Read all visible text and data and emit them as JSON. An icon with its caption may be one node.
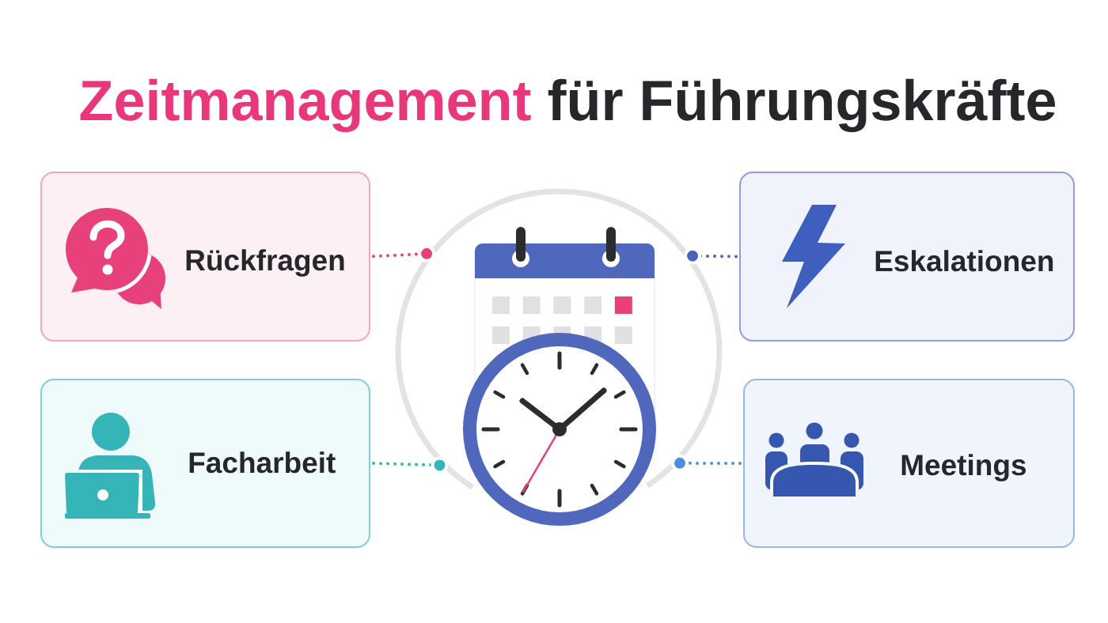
{
  "diagram": {
    "title": "Zeitmanagement für Führungskräfte",
    "nodes": [
      {
        "text": [
          "Rückfragen"
        ]
      },
      {
        "text": [],
        "shape": "picture"
      },
      {
        "text": [
          "Eskalationen"
        ]
      },
      {
        "text": [
          "Facharbeit"
        ]
      },
      {
        "text": [
          "Meetings"
        ]
      }
    ],
    "edges": [
      {
        "from": 0,
        "to": 1,
        "arrow": "other",
        "style": "dashed",
        "color": "#e8417a"
      },
      {
        "from": 2,
        "to": 1,
        "arrow": "other",
        "style": "dashed",
        "color": "#4a63bf"
      },
      {
        "from": 3,
        "to": 1,
        "arrow": "other",
        "style": "dashed",
        "color": "#34b5b6"
      },
      {
        "from": 4,
        "to": 1,
        "arrow": "other",
        "style": "dashed",
        "color": "#4a8fdf"
      }
    ]
  }
}
